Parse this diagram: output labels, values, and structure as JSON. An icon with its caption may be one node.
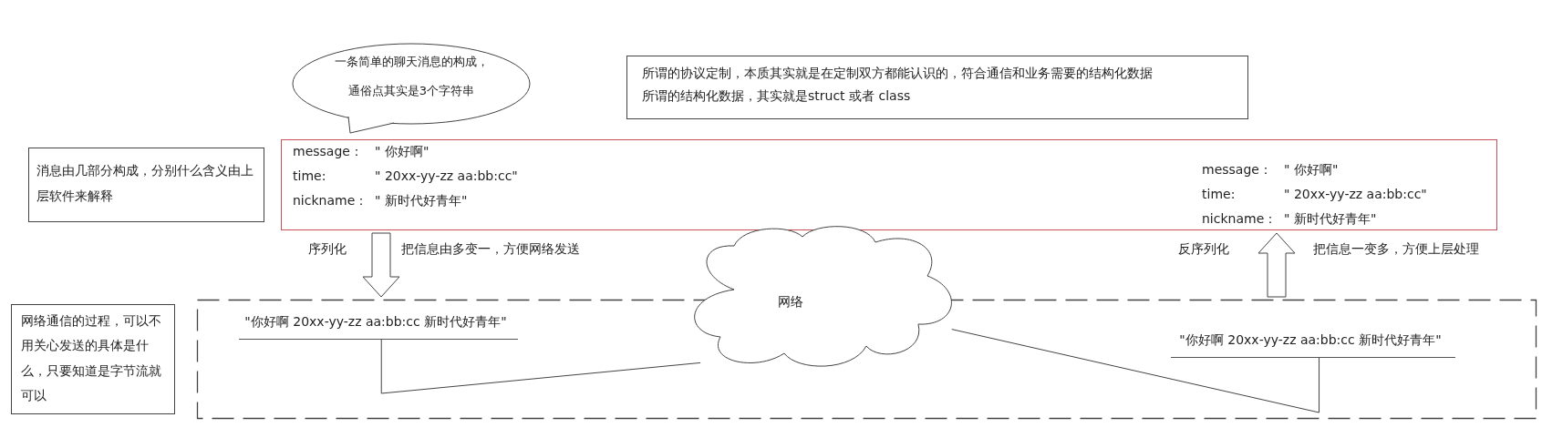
{
  "diagram": {
    "nodes": [
      {
        "text": [
          "一条简单的聊天消息的构成，",
          "通俗点其实是3个字符串"
        ]
      },
      {
        "text": [
          "所谓的协议定制，本质其实就是在定制双方都能认识的，符合通信和业务需要的结构化数据",
          "所谓的结构化数据，其实就是struct 或者 class"
        ]
      },
      {
        "text": [
          "消息由几部分构成，分别什么含义由上层软件来解释"
        ]
      },
      {
        "text": [
          "message：",
          "\" 你好啊\"",
          "time:",
          "\" 20xx-yy-zz aa:bb:cc\"",
          "nickname：",
          "\" 新时代好青年\"",
          "message：",
          "\" 你好啊\"",
          "time:",
          "\" 20xx-yy-zz aa:bb:cc\"",
          "nickname：",
          "\" 新时代好青年\""
        ]
      },
      {
        "text": [],
        "shape": "box"
      },
      {
        "text": [
          "网络"
        ]
      },
      {
        "text": [
          "网络通信的过程，可以不用关心发送的具体是什么，只要知道是字节流就可以"
        ]
      },
      {
        "text": [
          "\"你好啊 20xx-yy-zz aa:bb:cc 新时代好青年\""
        ],
        "in": 4
      },
      {
        "text": [
          "\"你好啊 20xx-yy-zz aa:bb:cc 新时代好青年\""
        ],
        "in": 4
      }
    ],
    "edges": [
      {
        "from": 3,
        "to": 4,
        "arrow": "to",
        "label": "序列化"
      },
      {
        "from": 4,
        "to": 3,
        "arrow": "to",
        "label": "反序列化"
      },
      {
        "from": 7,
        "to": 5,
        "arrow": "none"
      },
      {
        "from": 5,
        "to": 8,
        "arrow": "none"
      }
    ],
    "labels": [
      "把信息由多变一，方便网络发送",
      "把信息一变多，方便上层处理"
    ]
  }
}
